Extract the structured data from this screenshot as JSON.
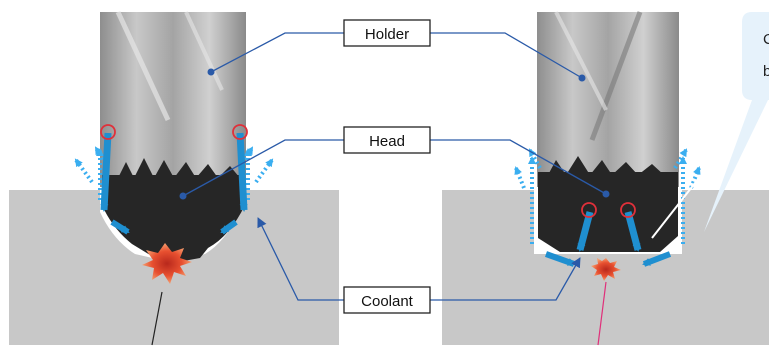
{
  "labels": {
    "holder": "Holder",
    "head": "Head",
    "coolant": "Coolant"
  },
  "callout": {
    "line1": "C",
    "line2": "b"
  },
  "colors": {
    "workpiece": "#c8c8c8",
    "leader": "#2a5aa8",
    "coolant_arrow": "#1f8fd0",
    "coolant_dash": "#3aaef0",
    "heat": "#e85030",
    "nozzle": "#e0303a",
    "callout_bg": "#e6f2fb"
  }
}
